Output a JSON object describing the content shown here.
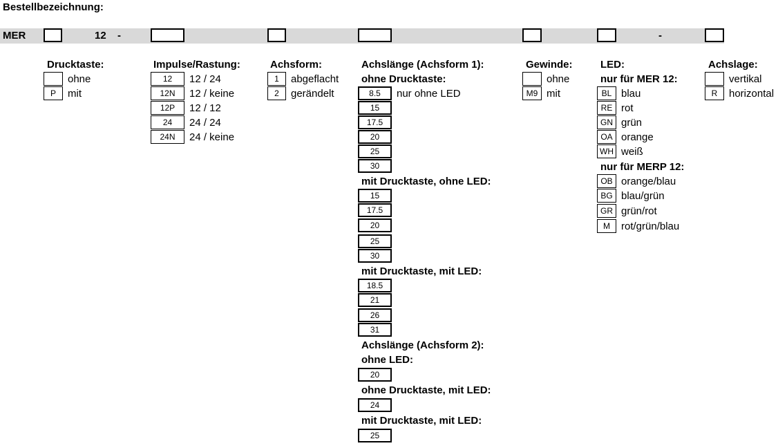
{
  "title": "Bestellbezeichnung:",
  "order_line": {
    "prefix": "MER",
    "size": "12",
    "dash1": "-",
    "dash2": "-"
  },
  "drucktaste": {
    "header": "Drucktaste:",
    "options": [
      {
        "code": "",
        "label": "ohne"
      },
      {
        "code": "P",
        "label": "mit"
      }
    ]
  },
  "impulse": {
    "header": "Impulse/Rastung:",
    "options": [
      {
        "code": "12",
        "label": "12 / 24"
      },
      {
        "code": "12N",
        "label": "12 / keine"
      },
      {
        "code": "12P",
        "label": "12 / 12"
      },
      {
        "code": "24",
        "label": "24 / 24"
      },
      {
        "code": "24N",
        "label": "24 / keine"
      }
    ]
  },
  "achsform": {
    "header": "Achsform:",
    "options": [
      {
        "code": "1",
        "label": "abgeflacht"
      },
      {
        "code": "2",
        "label": "gerändelt"
      }
    ]
  },
  "achslaenge1": {
    "header": "Achslänge (Achsform 1):",
    "ohne_drucktaste": {
      "header": "ohne Drucktaste:",
      "values": [
        "8.5",
        "15",
        "17.5",
        "20",
        "25",
        "30"
      ],
      "note": "nur ohne LED"
    },
    "mit_drucktaste_ohne_led": {
      "header": "mit Drucktaste, ohne LED:",
      "values": [
        "15",
        "17.5",
        "20",
        "25",
        "30"
      ]
    },
    "mit_drucktaste_mit_led": {
      "header": "mit Drucktaste, mit LED:",
      "values": [
        "18.5",
        "21",
        "26",
        "31"
      ]
    }
  },
  "achslaenge2": {
    "header": "Achslänge (Achsform 2):",
    "ohne_led": {
      "header": "ohne LED:",
      "values": [
        "20"
      ]
    },
    "ohne_drucktaste_mit_led": {
      "header": "ohne Drucktaste, mit LED:",
      "values": [
        "24"
      ]
    },
    "mit_drucktaste_mit_led": {
      "header": "mit Drucktaste, mit LED:",
      "values": [
        "25"
      ]
    }
  },
  "gewinde": {
    "header": "Gewinde:",
    "options": [
      {
        "code": "",
        "label": "ohne"
      },
      {
        "code": "M9",
        "label": "mit"
      }
    ]
  },
  "led": {
    "header": "LED:",
    "mer12_header": "nur für MER 12:",
    "mer12_options": [
      {
        "code": "BL",
        "label": "blau"
      },
      {
        "code": "RE",
        "label": "rot"
      },
      {
        "code": "GN",
        "label": "grün"
      },
      {
        "code": "OA",
        "label": "orange"
      },
      {
        "code": "WH",
        "label": "weiß"
      }
    ],
    "merp12_header": "nur für MERP 12:",
    "merp12_options": [
      {
        "code": "OB",
        "label": "orange/blau"
      },
      {
        "code": "BG",
        "label": "blau/grün"
      },
      {
        "code": "GR",
        "label": "grün/rot"
      },
      {
        "code": "M",
        "label": "rot/grün/blau"
      }
    ]
  },
  "achslage": {
    "header": "Achslage:",
    "options": [
      {
        "code": "",
        "label": "vertikal"
      },
      {
        "code": "R",
        "label": "horizontal"
      }
    ]
  }
}
